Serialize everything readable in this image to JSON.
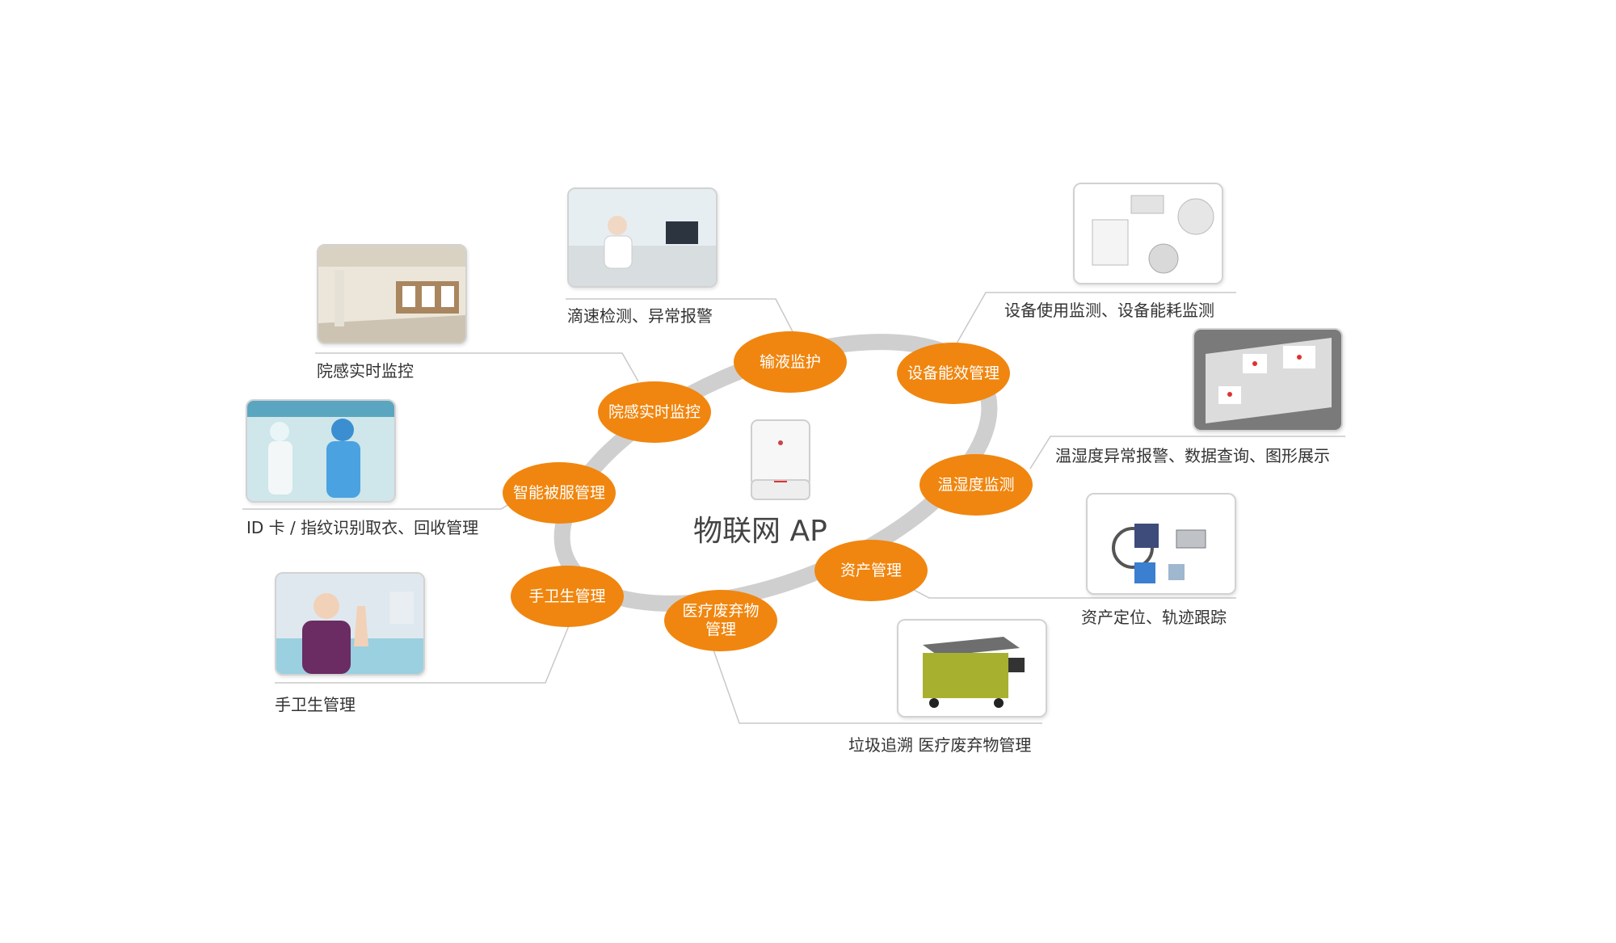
{
  "center": {
    "label": "物联网 AP",
    "device_icon": "wifi-access-point-icon"
  },
  "colors": {
    "node_fill": "#f0860f",
    "node_text": "#ffffff",
    "ring": "#cfcfcf",
    "connector": "#c8c8c8",
    "caption": "#333333"
  },
  "nodes": [
    {
      "id": "infusion",
      "label": "输液监护"
    },
    {
      "id": "energy",
      "label": "设备能效管理"
    },
    {
      "id": "temperature",
      "label": "温湿度监测"
    },
    {
      "id": "assets",
      "label": "资产管理"
    },
    {
      "id": "waste",
      "label": "医疗废弃物\n管理"
    },
    {
      "id": "hand",
      "label": "手卫生管理"
    },
    {
      "id": "gown",
      "label": "智能被服管理"
    },
    {
      "id": "infection",
      "label": "院感实时监控"
    }
  ],
  "captions": [
    {
      "id": "infusion",
      "text": "滴速检测、异常报警",
      "image": "nurse-station-photo"
    },
    {
      "id": "energy",
      "text": "设备使用监测、设备能耗监测",
      "image": "medical-equipment-photo"
    },
    {
      "id": "temperature",
      "text": "温湿度异常报警、数据查询、图形展示",
      "image": "floor-plan-sensors-photo"
    },
    {
      "id": "assets",
      "text": "资产定位、轨迹跟踪",
      "image": "wheelchair-assets-photo"
    },
    {
      "id": "waste",
      "text": "垃圾追溯 医疗废弃物管理",
      "image": "waste-cart-photo"
    },
    {
      "id": "hand",
      "text": "手卫生管理",
      "image": "hand-washing-photo"
    },
    {
      "id": "gown",
      "text": "ID 卡 / 指纹识别取衣、回收管理",
      "image": "protective-gown-photo"
    },
    {
      "id": "infection",
      "text": "院感实时监控",
      "image": "hospital-lobby-photo"
    }
  ]
}
